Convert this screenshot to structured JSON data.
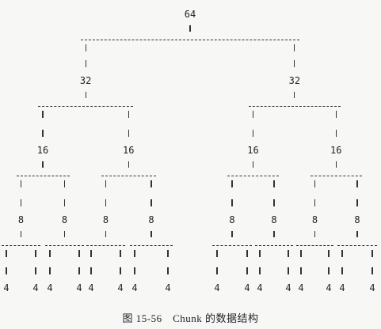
{
  "diagram": {
    "tree": {
      "value": "64",
      "children": [
        {
          "value": "32",
          "children": [
            {
              "value": "16",
              "children": [
                {
                  "value": "8",
                  "children": [
                    {
                      "value": "4"
                    },
                    {
                      "value": "4"
                    }
                  ]
                },
                {
                  "value": "8",
                  "children": [
                    {
                      "value": "4"
                    },
                    {
                      "value": "4"
                    }
                  ]
                }
              ]
            },
            {
              "value": "16",
              "children": [
                {
                  "value": "8",
                  "children": [
                    {
                      "value": "4"
                    },
                    {
                      "value": "4"
                    }
                  ]
                },
                {
                  "value": "8",
                  "children": [
                    {
                      "value": "4"
                    },
                    {
                      "value": "4"
                    }
                  ]
                }
              ]
            }
          ]
        },
        {
          "value": "32",
          "children": [
            {
              "value": "16",
              "children": [
                {
                  "value": "8",
                  "children": [
                    {
                      "value": "4"
                    },
                    {
                      "value": "4"
                    }
                  ]
                },
                {
                  "value": "8",
                  "children": [
                    {
                      "value": "4"
                    },
                    {
                      "value": "4"
                    }
                  ]
                }
              ]
            },
            {
              "value": "16",
              "children": [
                {
                  "value": "8",
                  "children": [
                    {
                      "value": "4"
                    },
                    {
                      "value": "4"
                    }
                  ]
                },
                {
                  "value": "8",
                  "children": [
                    {
                      "value": "4"
                    },
                    {
                      "value": "4"
                    }
                  ]
                }
              ]
            }
          ]
        }
      ]
    }
  },
  "caption": "图 15-56　Chunk 的数据结构"
}
